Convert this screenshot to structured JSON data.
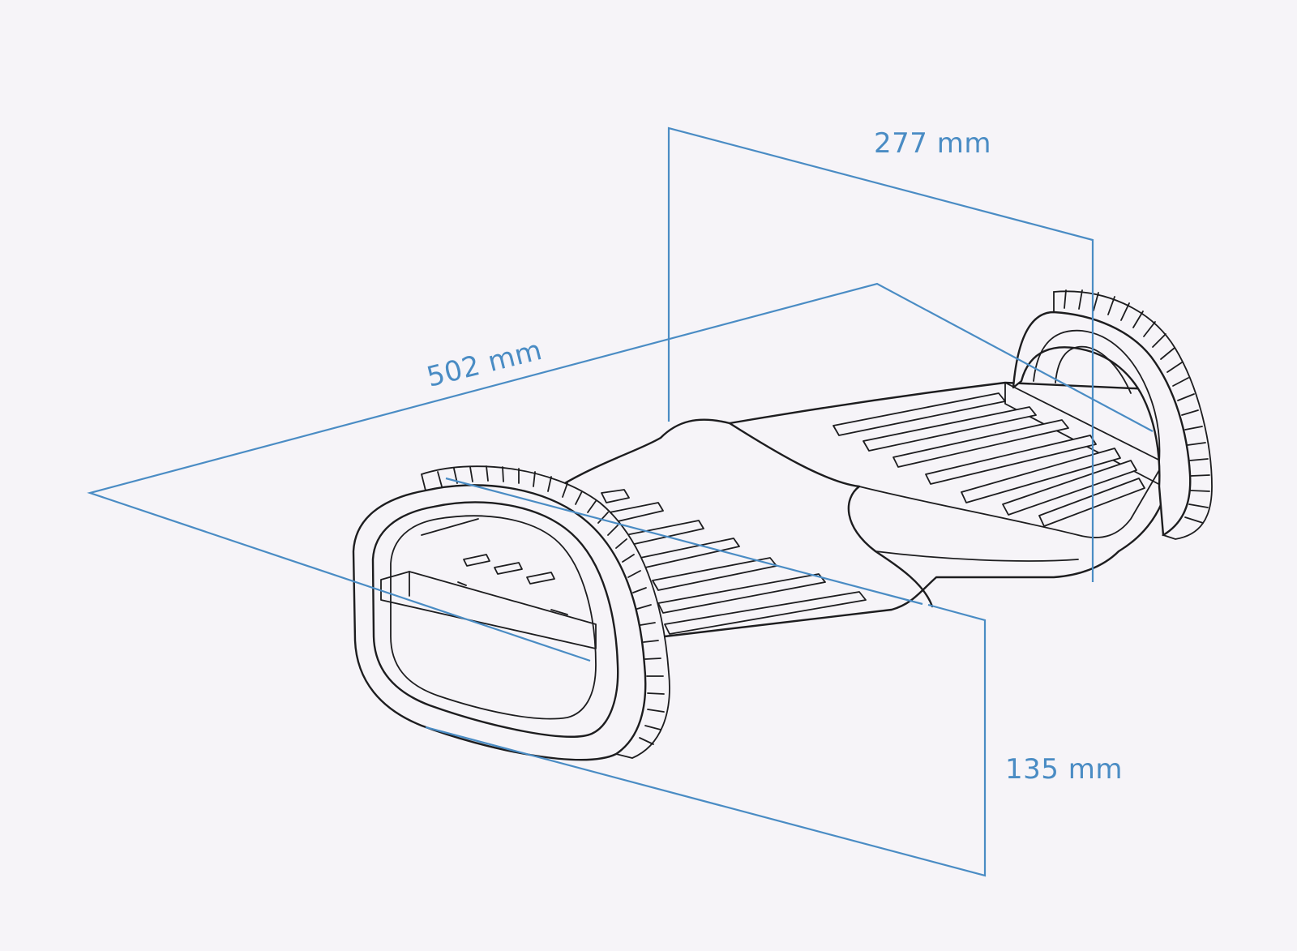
{
  "dimensions": {
    "width_label": "277 mm",
    "length_label": "502 mm",
    "height_label": "135 mm"
  },
  "colors": {
    "background": "#f6f4f8",
    "dimension": "#4a8cc4",
    "outline": "#1d1d1f"
  },
  "icons": {
    "product": "hoverboard-line-drawing"
  }
}
